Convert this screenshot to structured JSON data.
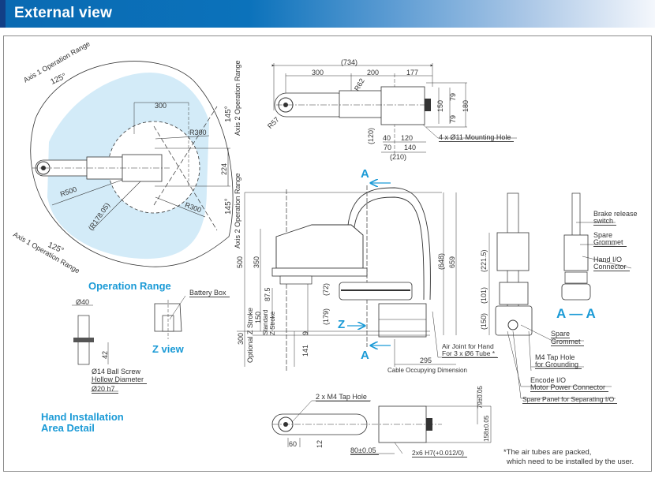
{
  "header": {
    "title": "External view"
  },
  "colors": {
    "title_text": "#ffffff",
    "header_dark": "#123f86",
    "header_blue": "#0b72bb",
    "label_blue": "#1a9ad6",
    "range_fill": "#d3ebf8"
  },
  "operation_range": {
    "title": "Operation Range",
    "axis1_label": "Axis 1 Operation Range",
    "axis1_angle": "125°",
    "axis2_label": "Axis 2 Operation Range",
    "axis2_angle": "145°",
    "dim_300": "300",
    "r300_a": "R300",
    "r300_b": "R300",
    "dim_224": "224",
    "r500": "R500",
    "r178": "(R178.05)"
  },
  "top_view": {
    "overall": "(734)",
    "dim_300": "300",
    "dim_200": "200",
    "dim_177": "177",
    "r62": "R62",
    "r57": "R57",
    "dim_150": "150",
    "dim_79a": "79",
    "dim_79b": "79",
    "dim_180": "180",
    "dim_120_paren": "(120)",
    "dim_40": "40",
    "dim_120": "120",
    "dim_70": "70",
    "dim_140": "140",
    "dim_210": "(210)",
    "mounting_hole": "4 x Ø11 Mounting Hole"
  },
  "side_view": {
    "section_a": "A",
    "z_marker": "Z",
    "dim_500": "500",
    "dim_350": "350",
    "dim_87_5": "87.5",
    "dim_72": "(72)",
    "dim_179": "(179)",
    "dim_648": "(648)",
    "dim_659": "659",
    "dim_300": "300",
    "optional_z": "Optional Z Stroke",
    "dim_150": "150",
    "standard_z1": "Standard",
    "standard_z2": "Z Stroke",
    "dim_9": "9",
    "dim_141": "141",
    "dim_295": "295",
    "cable_dim": "Cable Occupying Dimension",
    "air_joint_1": "Air Joint for Hand",
    "air_joint_2": "For 3 x Ø6 Tube *"
  },
  "rear_view": {
    "dim_221_5": "(221.5)",
    "dim_101": "(101)",
    "dim_150": "(150)",
    "spare_grommet": "Spare Grommet",
    "m4_tap_1": "M4 Tap Hole",
    "m4_tap_2": "for Grounding",
    "encode_1": "Encode I/O",
    "encode_2": "Motor Power Connector",
    "spare_panel": "Spare Panel for Separating I/O"
  },
  "section_aa": {
    "title": "A — A",
    "brake_1": "Brake release",
    "brake_2": "switch",
    "spare_grommet_1": "Spare",
    "spare_grommet_2": "Grommet",
    "hand_io_1": "Hand I/O",
    "hand_io_2": "Connector"
  },
  "hand_detail": {
    "title_1": "Hand Installation",
    "title_2": "Area Detail",
    "dia_40": "Ø40",
    "dim_42": "42",
    "ball_screw_1": "Ø14 Ball Screw",
    "ball_screw_2": "Hollow Diameter",
    "dia_20": "Ø20 h7"
  },
  "z_view": {
    "title": "Z view",
    "battery_box": "Battery Box"
  },
  "base_view": {
    "tap_hole": "2 x M4 Tap Hole",
    "dim_60": "60",
    "dim_12": "12",
    "dim_80": "80±0.05",
    "pin_hole": "2x6 H7(+0.012/0)",
    "dim_79": "79±0.05",
    "dim_158": "158±0.05"
  },
  "footnote": {
    "line1": "*The air tubes are packed,",
    "line2": "which need to be installed by the user."
  }
}
